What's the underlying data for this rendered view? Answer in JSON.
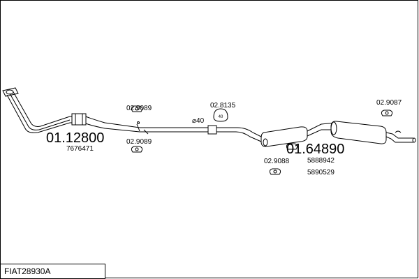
{
  "diagram": {
    "title": "FIAT28930A",
    "parts": {
      "front_pipe": {
        "ref": "01.12800",
        "oem": "7676471"
      },
      "rear_section": {
        "ref": "01.64890",
        "oem": [
          "5888942",
          "5890529"
        ]
      },
      "diameter": "⌀40",
      "clamp_ring": "40"
    },
    "fittings": [
      {
        "id": "front_top",
        "ref": "02.9089"
      },
      {
        "id": "front_bottom",
        "ref": "02.9089"
      },
      {
        "id": "clamp",
        "ref": "02.8135"
      },
      {
        "id": "rear_hanger",
        "ref": "02.9087"
      },
      {
        "id": "mid_hanger",
        "ref": "02.9088"
      }
    ]
  }
}
